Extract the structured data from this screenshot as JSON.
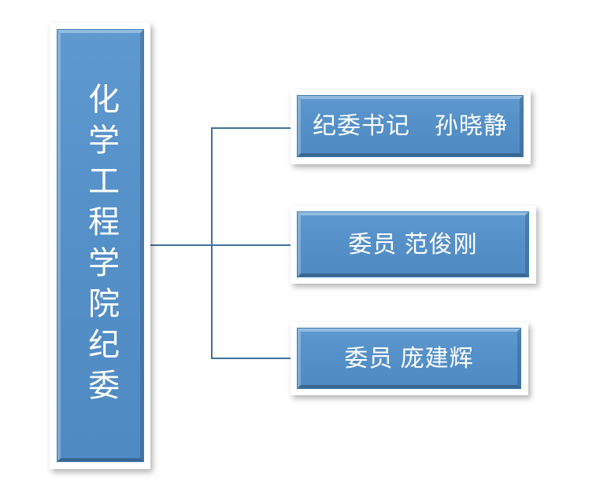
{
  "diagram": {
    "type": "organization-chart",
    "orientation": "left-root-horizontal",
    "colors": {
      "node_fill": "#5590c8",
      "node_fill_light": "#5e99cf",
      "node_fill_dark": "#4f8ac3",
      "node_outline": "#3b7cb5",
      "connector": "#41719c",
      "node_frame": "#ffffff",
      "text": "#ffffff",
      "background": "#ffffff"
    },
    "root": {
      "label": "化学工程学院纪委",
      "text_direction": "vertical"
    },
    "children": [
      {
        "label": "纪委书记　孙晓静",
        "role": "纪委书记",
        "name": "孙晓静"
      },
      {
        "label": "委员 范俊刚",
        "role": "委员",
        "name": "范俊刚"
      },
      {
        "label": "委员 庞建辉",
        "role": "委员",
        "name": "庞建辉"
      }
    ],
    "connectors": [
      {
        "name": "stem-from-root"
      },
      {
        "name": "vertical-spine"
      },
      {
        "name": "branch-to-child-0"
      },
      {
        "name": "branch-to-child-1"
      },
      {
        "name": "branch-to-child-2"
      }
    ]
  }
}
